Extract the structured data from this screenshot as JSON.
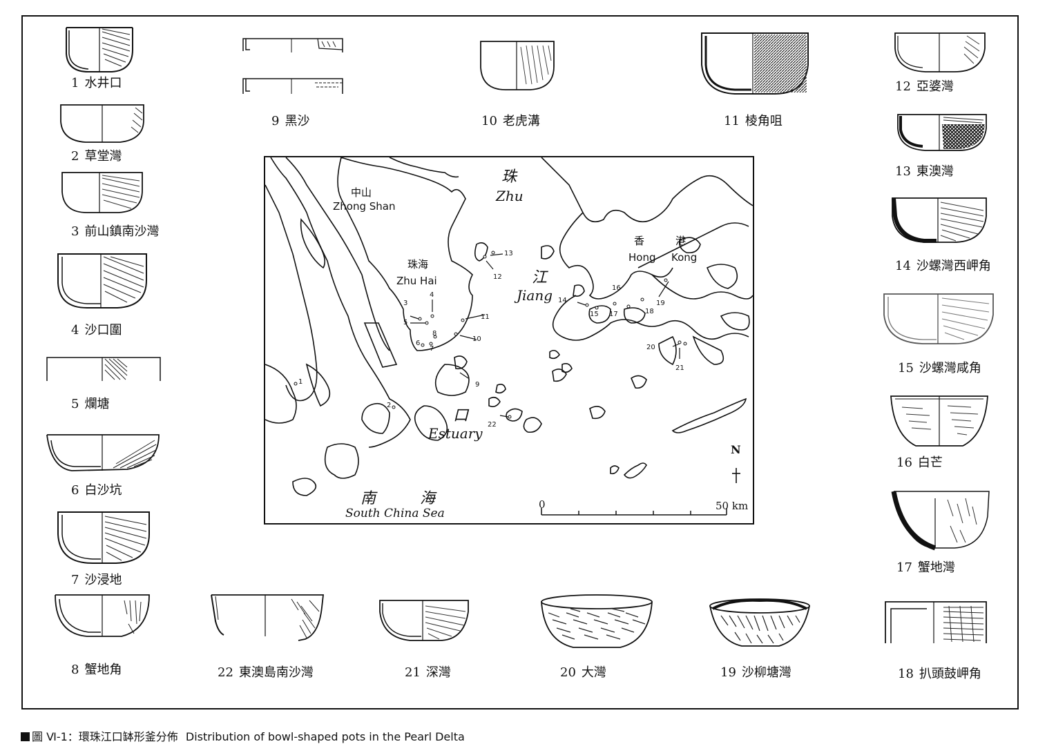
{
  "pots": [
    {
      "num": "1",
      "name": "水井口"
    },
    {
      "num": "2",
      "name": "草堂灣"
    },
    {
      "num": "3",
      "name": "前山鎮南沙灣"
    },
    {
      "num": "4",
      "name": "沙口圍"
    },
    {
      "num": "5",
      "name": "爛塘"
    },
    {
      "num": "6",
      "name": "白沙坑"
    },
    {
      "num": "7",
      "name": "沙浸地"
    },
    {
      "num": "8",
      "name": "蟹地角"
    },
    {
      "num": "9",
      "name": "黑沙"
    },
    {
      "num": "10",
      "name": "老虎溝"
    },
    {
      "num": "11",
      "name": "棱角咀"
    },
    {
      "num": "12",
      "name": "亞婆灣"
    },
    {
      "num": "13",
      "name": "東澳灣"
    },
    {
      "num": "14",
      "name": "沙螺灣西岬角"
    },
    {
      "num": "15",
      "name": "沙螺灣咸角"
    },
    {
      "num": "16",
      "name": "白芒"
    },
    {
      "num": "17",
      "name": "蟹地灣"
    },
    {
      "num": "18",
      "name": "扒頭鼓岬角"
    },
    {
      "num": "19",
      "name": "沙柳塘灣"
    },
    {
      "num": "20",
      "name": "大灣"
    },
    {
      "num": "21",
      "name": "深灣"
    },
    {
      "num": "22",
      "name": "東澳島南沙灣"
    }
  ],
  "map": {
    "zhongshan_cn": "中山",
    "zhongshan_en": "Zhong Shan",
    "zhuhai_cn": "珠海",
    "zhuhai_en": "Zhu Hai",
    "hk_cn_1": "香",
    "hk_cn_2": "港",
    "hk_en_1": "Hong",
    "hk_en_2": "Kong",
    "river_cn_1": "珠",
    "river_en_1": "Zhu",
    "river_cn_2": "江",
    "river_en_2": "Jiang",
    "river_cn_3": "口",
    "river_en_3": "Estuary",
    "sea_cn_1": "南",
    "sea_cn_2": "海",
    "sea_en": "South China Sea",
    "north": "N",
    "scale_zero": "0",
    "scale_end": "50 km",
    "site_labels": [
      "1",
      "2",
      "3",
      "4",
      "5",
      "6",
      "7",
      "8",
      "9",
      "10",
      "11",
      "12",
      "13",
      "14",
      "15",
      "16",
      "17",
      "18",
      "19",
      "20",
      "21",
      "22"
    ]
  },
  "caption": {
    "prefix": "圖 Ⅵ-1：環珠江口缽形釜分佈",
    "english": "Distribution of bowl-shaped pots in the Pearl Delta"
  }
}
